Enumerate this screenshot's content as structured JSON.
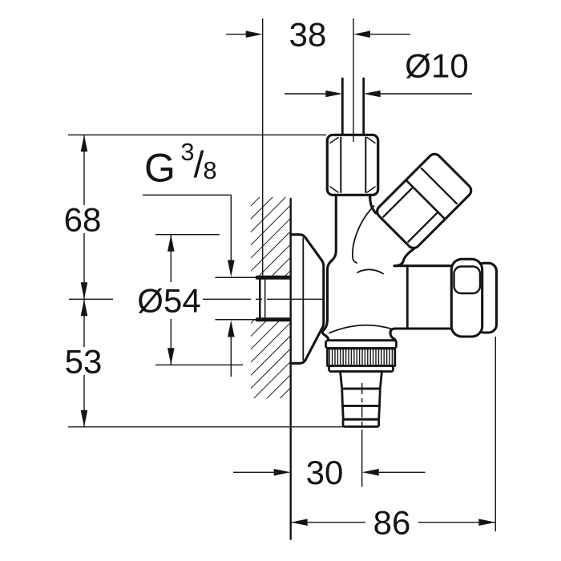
{
  "drawing": {
    "type": "technical-dimension-drawing",
    "subject": "angle-valve",
    "colors": {
      "line": "#141414",
      "background": "#ffffff"
    },
    "dimensions": {
      "top_width": "38",
      "pipe_diameter": "Ø10",
      "height_upper": "68",
      "flange_diameter": "Ø54",
      "height_lower": "53",
      "outlet_offset": "30",
      "total_depth": "86",
      "thread": {
        "prefix": "G",
        "numerator": "3",
        "slash": "/",
        "denominator": "8"
      }
    }
  }
}
